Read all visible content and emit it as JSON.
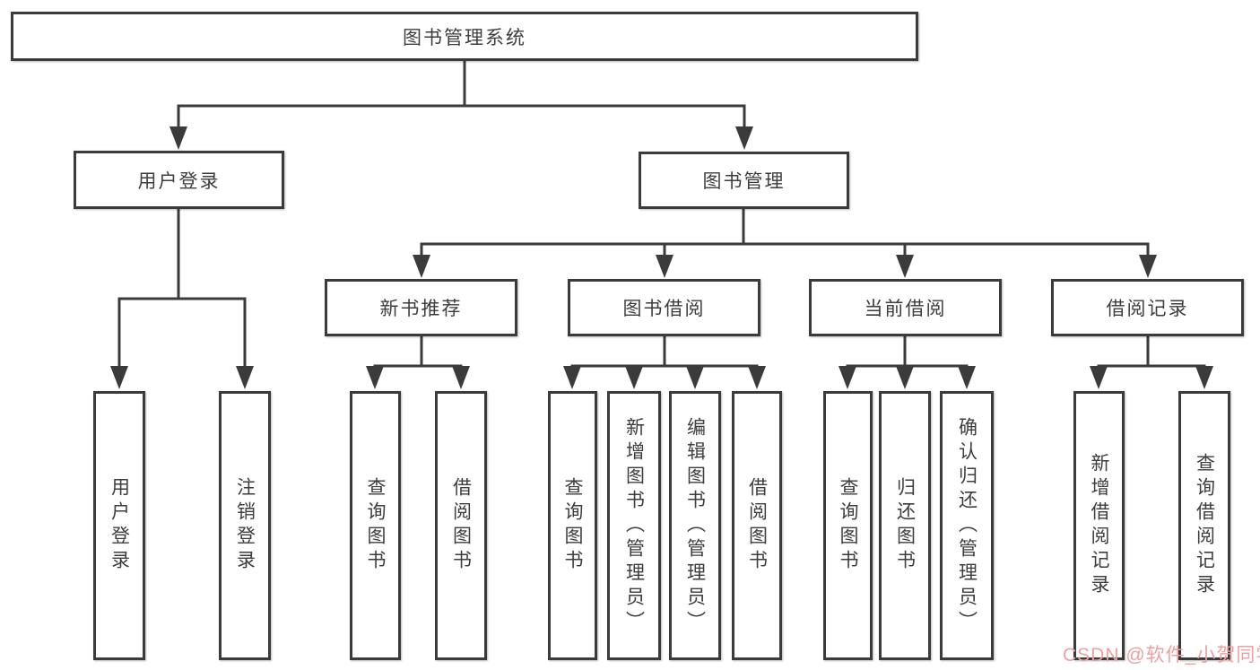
{
  "diagram": {
    "title": "图书管理系统",
    "watermark": "CSDN @软件_小贺同学",
    "colors": {
      "line": "#3b3b3b",
      "text": "#3d3d3d",
      "watermark": "#ef9f9f",
      "background": "#ffffff"
    },
    "tree": {
      "root": {
        "label": "图书管理系统",
        "children": [
          {
            "label": "用户登录",
            "children": [
              {
                "label": "用户登录"
              },
              {
                "label": "注销登录"
              }
            ]
          },
          {
            "label": "图书管理",
            "children": [
              {
                "label": "新书推荐",
                "children": [
                  {
                    "label": "查询图书"
                  },
                  {
                    "label": "借阅图书"
                  }
                ]
              },
              {
                "label": "图书借阅",
                "children": [
                  {
                    "label": "查询图书"
                  },
                  {
                    "label": "新增图书（管理员）"
                  },
                  {
                    "label": "编辑图书（管理员）"
                  },
                  {
                    "label": "借阅图书"
                  }
                ]
              },
              {
                "label": "当前借阅",
                "children": [
                  {
                    "label": "查询图书"
                  },
                  {
                    "label": "归还图书"
                  },
                  {
                    "label": "确认归还（管理员）"
                  }
                ]
              },
              {
                "label": "借阅记录",
                "children": [
                  {
                    "label": "新增借阅记录"
                  },
                  {
                    "label": "查询借阅记录"
                  }
                ]
              }
            ]
          }
        ]
      }
    }
  }
}
